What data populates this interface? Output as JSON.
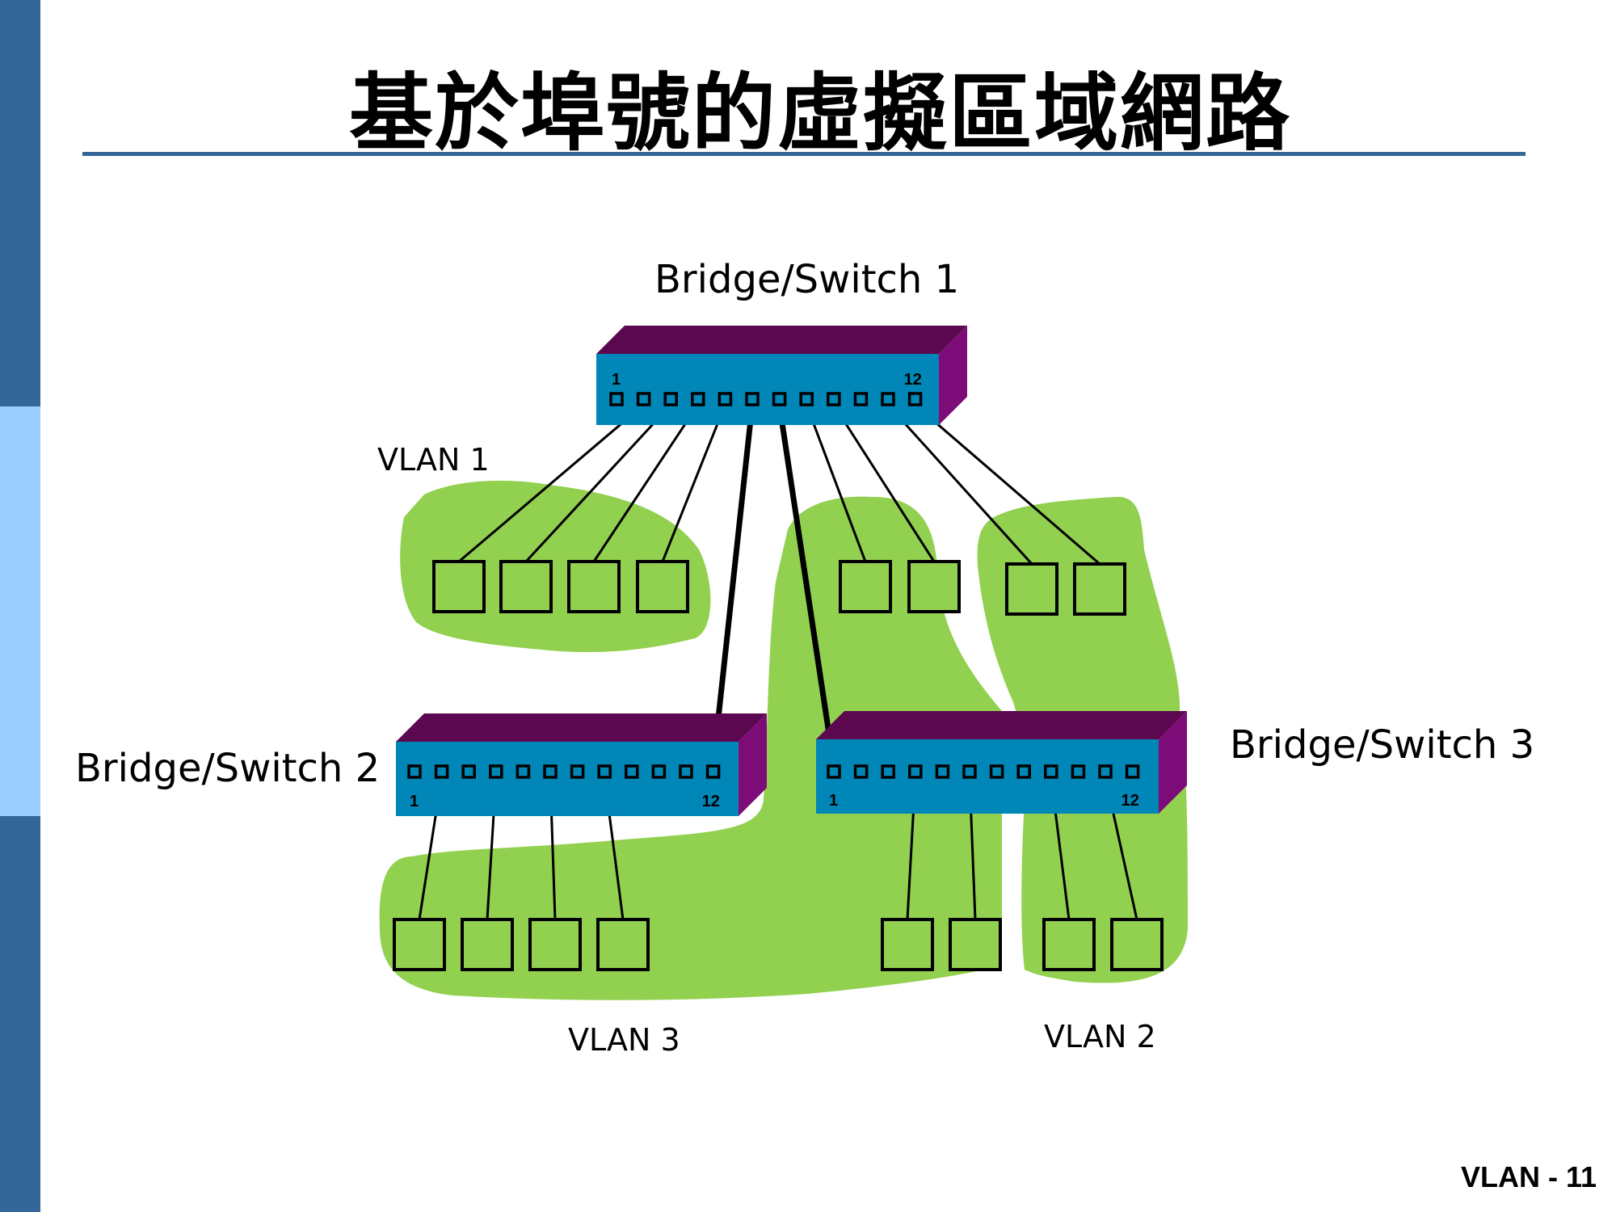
{
  "slide": {
    "title": "基於埠號的虛擬區域網路",
    "footer": "VLAN - 11",
    "colors": {
      "sidebar_dark": "#336699",
      "sidebar_light": "#99ccff",
      "rule": "#336699",
      "switch_front": "#0087b8",
      "switch_top": "#5c0850",
      "switch_side": "#7e0c78",
      "vlan_region": "#92d050",
      "link": "#000000"
    }
  },
  "diagram": {
    "switches": [
      {
        "id": "sw1",
        "label": "Bridge/Switch 1",
        "port_count": 12,
        "first_port_label": "1",
        "last_port_label": "12"
      },
      {
        "id": "sw2",
        "label": "Bridge/Switch 2",
        "port_count": 12,
        "first_port_label": "1",
        "last_port_label": "12"
      },
      {
        "id": "sw3",
        "label": "Bridge/Switch 3",
        "port_count": 12,
        "first_port_label": "1",
        "last_port_label": "12"
      }
    ],
    "vlans": [
      {
        "id": "vlan1",
        "label": "VLAN 1"
      },
      {
        "id": "vlan2",
        "label": "VLAN 2"
      },
      {
        "id": "vlan3",
        "label": "VLAN 3"
      }
    ],
    "hosts": [
      {
        "id": "h1",
        "vlan": "vlan1",
        "switch": "sw1",
        "port": 2
      },
      {
        "id": "h2",
        "vlan": "vlan1",
        "switch": "sw1",
        "port": 3
      },
      {
        "id": "h3",
        "vlan": "vlan1",
        "switch": "sw1",
        "port": 4
      },
      {
        "id": "h4",
        "vlan": "vlan1",
        "switch": "sw1",
        "port": 5
      },
      {
        "id": "h5",
        "vlan": "vlan3",
        "switch": "sw1",
        "port": 8
      },
      {
        "id": "h6",
        "vlan": "vlan3",
        "switch": "sw1",
        "port": 9
      },
      {
        "id": "h7",
        "vlan": "vlan2",
        "switch": "sw1",
        "port": 11
      },
      {
        "id": "h8",
        "vlan": "vlan2",
        "switch": "sw1",
        "port": 12
      },
      {
        "id": "h9",
        "vlan": "vlan3",
        "switch": "sw2",
        "port": 2
      },
      {
        "id": "h10",
        "vlan": "vlan3",
        "switch": "sw2",
        "port": 4
      },
      {
        "id": "h11",
        "vlan": "vlan3",
        "switch": "sw2",
        "port": 6
      },
      {
        "id": "h12",
        "vlan": "vlan3",
        "switch": "sw2",
        "port": 8
      },
      {
        "id": "h13",
        "vlan": "vlan3",
        "switch": "sw3",
        "port": 4
      },
      {
        "id": "h14",
        "vlan": "vlan3",
        "switch": "sw3",
        "port": 6
      },
      {
        "id": "h15",
        "vlan": "vlan2",
        "switch": "sw3",
        "port": 9
      },
      {
        "id": "h16",
        "vlan": "vlan2",
        "switch": "sw3",
        "port": 11
      }
    ],
    "trunks": [
      {
        "from_switch": "sw1",
        "from_port": 6,
        "to_switch": "sw2",
        "to_port": 12
      },
      {
        "from_switch": "sw1",
        "from_port": 7,
        "to_switch": "sw3",
        "to_port": 1
      }
    ]
  }
}
